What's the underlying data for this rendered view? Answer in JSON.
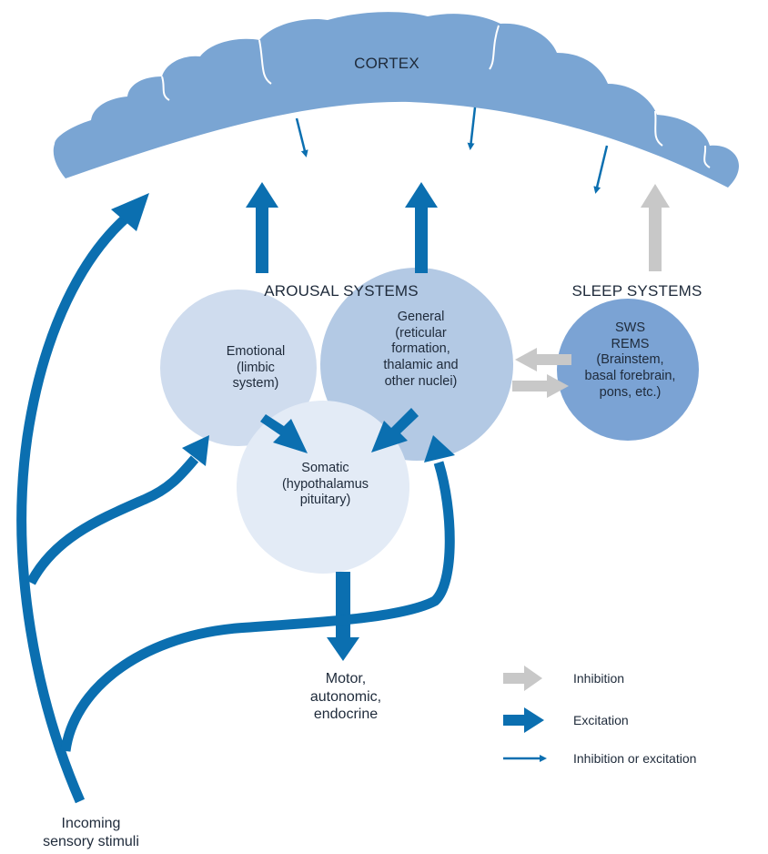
{
  "cortex_label": "CORTEX",
  "arousal_title": "AROUSAL SYSTEMS",
  "sleep_title": "SLEEP SYSTEMS",
  "emotional": [
    "Emotional",
    "(limbic",
    "system)"
  ],
  "general": [
    "General",
    "(reticular",
    "formation,",
    "thalamic and",
    "other nuclei)"
  ],
  "sleep_body": [
    "SWS",
    "REMS",
    "(Brainstem,",
    "basal forebrain,",
    "pons, etc.)"
  ],
  "somatic": [
    "Somatic",
    "(hypothalamus",
    "pituitary)"
  ],
  "output": [
    "Motor,",
    "autonomic,",
    "endocrine"
  ],
  "input": [
    "Incoming",
    "sensory stimuli"
  ],
  "legend": {
    "inhibition": "Inhibition",
    "excitation": "Excitation",
    "either": "Inhibition or excitation"
  },
  "colors": {
    "cortex": "#7aa5d3",
    "excitation": "#0b6fb0",
    "inhibition": "#c8c8c8",
    "emotional": "#cfdcee",
    "general": "#b3c9e4",
    "sleep": "#7ba3d4",
    "somatic": "#e3ebf6"
  }
}
